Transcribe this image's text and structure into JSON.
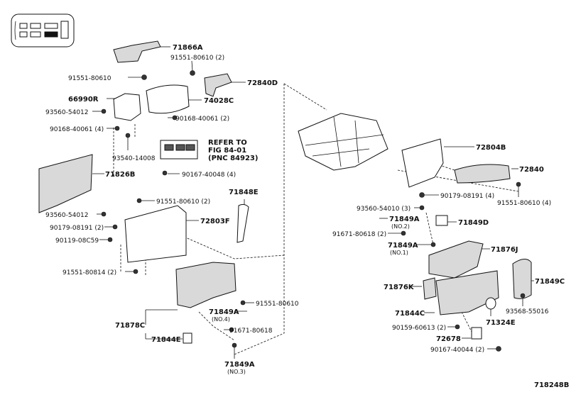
{
  "figure_code": "718248B",
  "part_numbers": {
    "p71866A": "71866A",
    "p91551_80610_2a": "91551-80610 (2)",
    "p72840D": "72840D",
    "p91551_80610": "91551-80610",
    "p66990R": "66990R",
    "p74028C": "74028C",
    "p93560_54012_a": "93560-54012",
    "p90168_40061_2": "90168-40061 (2)",
    "p90168_40061_4": "90168-40061 (4)",
    "p93540_14008": "93540-14008",
    "p71826B": "71826B",
    "p90167_40048_4": "90167-40048 (4)",
    "p71848E": "71848E",
    "p91551_80610_2b": "91551-80610 (2)",
    "p72803F": "72803F",
    "p93560_54012_b": "93560-54012",
    "p90179_08191_2": "90179-08191 (2)",
    "p90119_08C59": "90119-08C59",
    "p91551_80814_2": "91551-80814 (2)",
    "p71878C": "71878C",
    "p71844E": "71844E",
    "p91551_80610_c": "91551-80610",
    "p71849A_no4": "71849A",
    "p91671_80618_a": "91671-80618",
    "p71849A_no3": "71849A",
    "p72804B": "72804B",
    "p72840": "72840",
    "p90179_08191_4": "90179-08191 (4)",
    "p91551_80610_4": "91551-80610 (4)",
    "p93560_54010_3": "93560-54010 (3)",
    "p71849A_no2": "71849A",
    "p71849D": "71849D",
    "p91671_80618_2": "91671-80618 (2)",
    "p71849A_no1": "71849A",
    "p71876J": "71876J",
    "p71849C": "71849C",
    "p71876K": "71876K",
    "p93568_55016": "93568-55016",
    "p71844C": "71844C",
    "p71324E": "71324E",
    "p90159_60613_2": "90159-60613 (2)",
    "p72678": "72678",
    "p90167_40044_2": "90167-40044 (2)"
  },
  "notes": {
    "no4": "(NO.4)",
    "no3": "(NO.3)",
    "no2": "(NO.2)",
    "no1": "(NO.1)",
    "refer_line1": "REFER TO",
    "refer_line2": "FIG 84-01",
    "refer_line3": "(PNC 84923)"
  }
}
